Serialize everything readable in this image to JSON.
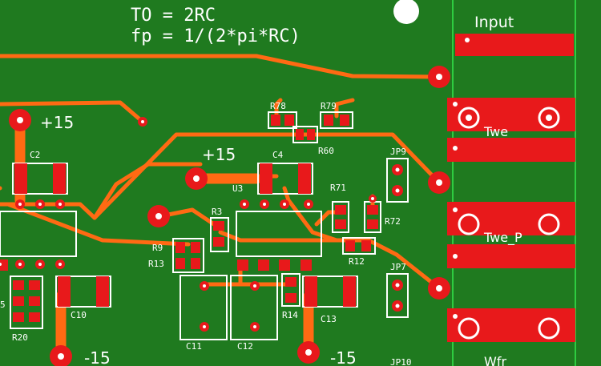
{
  "board": {
    "colors": {
      "board": "#1f7a1f",
      "copper": "#ff6a13",
      "pad": "#e8191b",
      "silkscreen": "#ffffff",
      "edge": "#2ecc40"
    },
    "notes": {
      "line1": "TO = 2RC",
      "line2": "fp = 1/(2*pi*RC)"
    },
    "connectors": {
      "input": "Input",
      "twe": "Twe",
      "twe_p": "Twe_P",
      "wfr": "Wfr"
    },
    "power": {
      "p15_a": "+15",
      "p15_b": "+15",
      "n15_a": "-15",
      "n15_b": "-15"
    },
    "refs": {
      "r78": "R78",
      "r79": "R79",
      "r60": "R60",
      "jp9": "JP9",
      "c2": "C2",
      "c4": "C4",
      "u3": "U3",
      "r71": "R71",
      "r72": "R72",
      "r3": "R3",
      "r9": "R9",
      "r13": "R13",
      "r12": "R12",
      "jp7": "JP7",
      "r14": "R14",
      "c10": "C10",
      "c11": "C11",
      "c12": "C12",
      "c13": "C13",
      "r20": "R20",
      "jp10": "JP10",
      "r5": "5"
    }
  }
}
